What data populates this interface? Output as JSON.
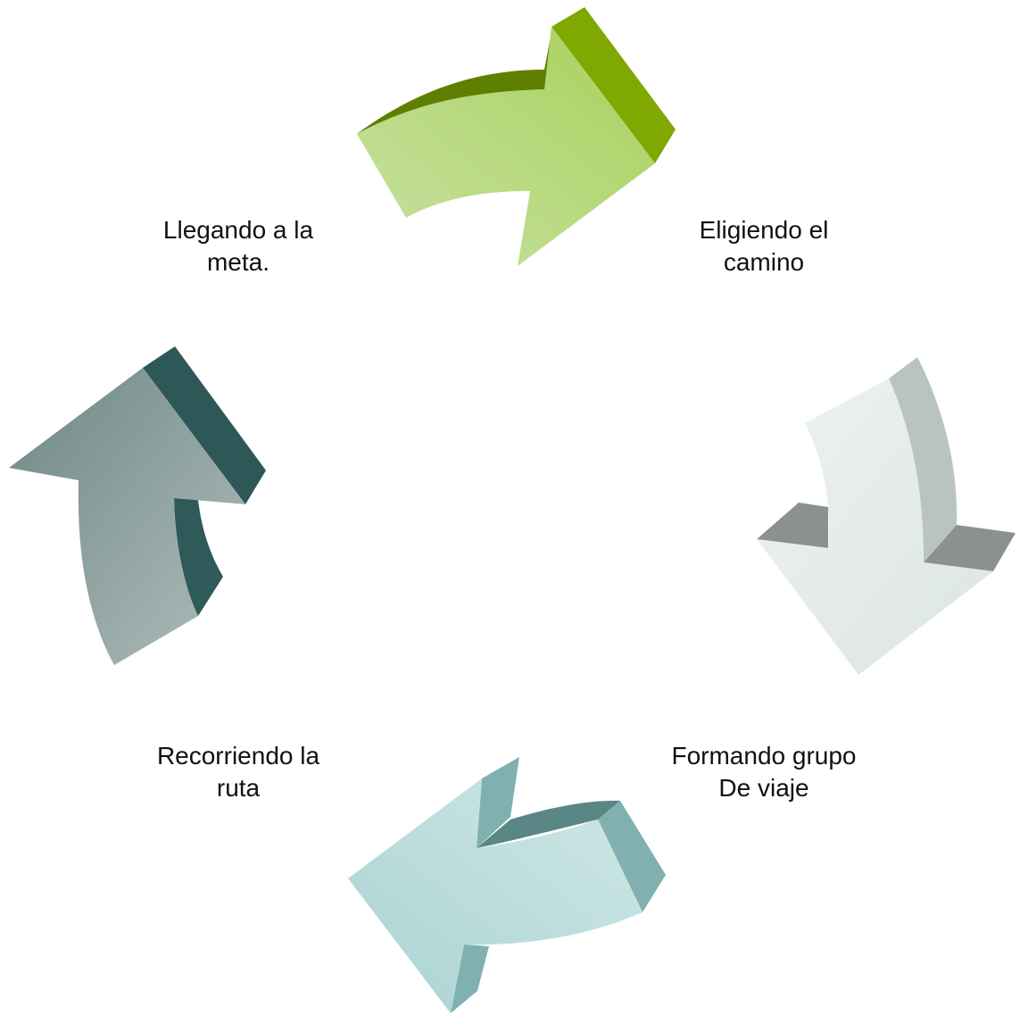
{
  "diagram": {
    "steps": [
      {
        "id": "eligiendo-el-camino",
        "lines": [
          "Eligiendo el",
          "camino"
        ],
        "arrow_colors": {
          "light": "#c7e2a3",
          "mid": "#a8d05a",
          "dark": "#7fa800",
          "shadow": "#5e7f00"
        }
      },
      {
        "id": "formando-grupo",
        "lines": [
          "Formando grupo",
          "De viaje"
        ],
        "arrow_colors": {
          "light": "#eef2f2",
          "mid": "#dce4e4",
          "dark": "#b9c3c2",
          "shadow": "#8b918f"
        }
      },
      {
        "id": "recorriendo-la-ruta",
        "lines": [
          "Recorriendo la",
          "ruta"
        ],
        "arrow_colors": {
          "light": "#cfe7e6",
          "mid": "#a9d3d2",
          "dark": "#80b1b0",
          "shadow": "#5a8786"
        }
      },
      {
        "id": "llegando-a-la-meta",
        "lines": [
          "Llegando a la",
          "meta."
        ],
        "arrow_colors": {
          "light": "#b0bdbb",
          "mid": "#6e8885",
          "dark": "#2e5858",
          "shadow": "#2f5a5a"
        }
      }
    ]
  }
}
